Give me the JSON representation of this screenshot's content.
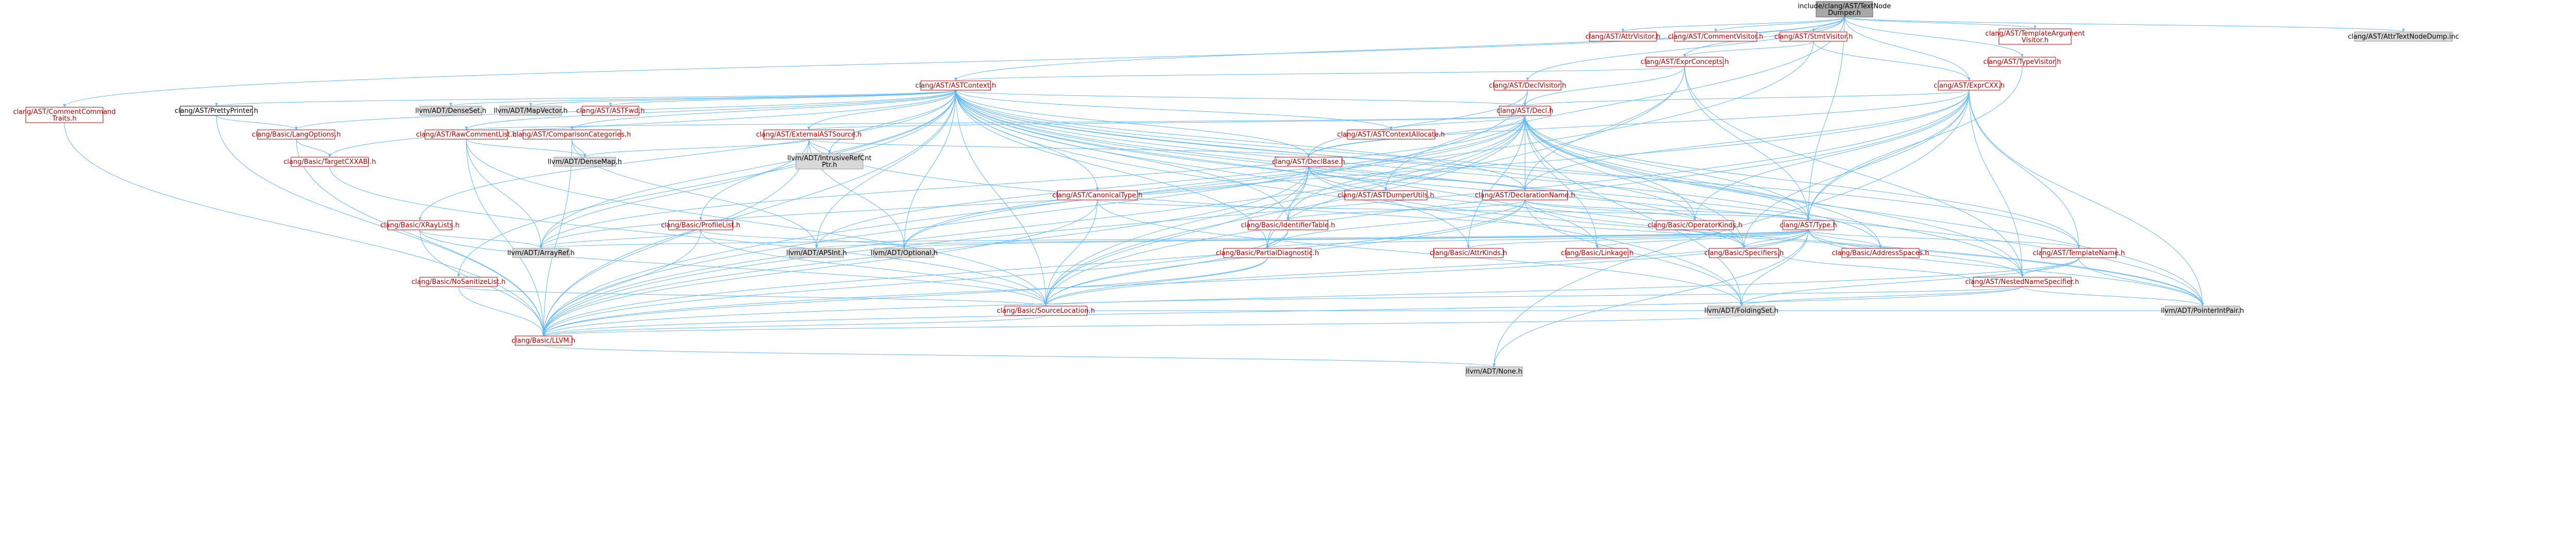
{
  "colors": {
    "edge": "#63b8ff",
    "edge_dark": "#7b8fb5",
    "red_text": "#b00000",
    "red_border": "#cc0000",
    "grey_fill": "#d8d8d8",
    "grey_border": "#999999",
    "root_fill": "#a8a8a8",
    "text": "#000000"
  },
  "nodes": {
    "root": {
      "lines": [
        "include/clang/AST/TextNode",
        "Dumper.h"
      ],
      "kind": "root"
    },
    "attrvisitor": {
      "lines": [
        "clang/AST/AttrVisitor.h"
      ],
      "kind": "red"
    },
    "commentvisitor": {
      "lines": [
        "clang/AST/CommentVisitor.h"
      ],
      "kind": "red"
    },
    "stmtvisitor": {
      "lines": [
        "clang/AST/StmtVisitor.h"
      ],
      "kind": "red"
    },
    "templateargvisitor": {
      "lines": [
        "clang/AST/TemplateArgument",
        "Visitor.h"
      ],
      "kind": "red"
    },
    "attrtextnodedump": {
      "lines": [
        "clang/AST/AttrTextNodeDump.inc"
      ],
      "kind": "grey"
    },
    "exprconcepts": {
      "lines": [
        "clang/AST/ExprConcepts.h"
      ],
      "kind": "red"
    },
    "typevisitor": {
      "lines": [
        "clang/AST/TypeVisitor.h"
      ],
      "kind": "red"
    },
    "declvisitor": {
      "lines": [
        "clang/AST/DeclVisitor.h"
      ],
      "kind": "red"
    },
    "exprcxx": {
      "lines": [
        "clang/AST/ExprCXX.h"
      ],
      "kind": "red"
    },
    "commandtraits": {
      "lines": [
        "clang/AST/CommentCommand",
        "Traits.h"
      ],
      "kind": "red"
    },
    "astcontext": {
      "lines": [
        "clang/AST/ASTContext.h"
      ],
      "kind": "red"
    },
    "prettyprinter": {
      "lines": [
        "clang/AST/PrettyPrinter.h"
      ],
      "kind": "black"
    },
    "densetset": {
      "lines": [
        "llvm/ADT/DenseSet.h"
      ],
      "kind": "grey"
    },
    "mapvector": {
      "lines": [
        "llvm/ADT/MapVector.h"
      ],
      "kind": "grey"
    },
    "astfwd": {
      "lines": [
        "clang/AST/ASTFwd.h"
      ],
      "kind": "red"
    },
    "decl": {
      "lines": [
        "clang/AST/Decl.h"
      ],
      "kind": "red"
    },
    "langoptions": {
      "lines": [
        "clang/Basic/LangOptions.h"
      ],
      "kind": "red"
    },
    "rawcommentlist": {
      "lines": [
        "clang/AST/RawCommentList.h"
      ],
      "kind": "red"
    },
    "comparisoncategories": {
      "lines": [
        "clang/AST/ComparisonCategories.h"
      ],
      "kind": "red"
    },
    "externalastsource": {
      "lines": [
        "clang/AST/ExternalASTSource.h"
      ],
      "kind": "red"
    },
    "astcontextallocate": {
      "lines": [
        "clang/AST/ASTContextAllocate.h"
      ],
      "kind": "red"
    },
    "targetcxxabi": {
      "lines": [
        "clang/Basic/TargetCXXABI.h"
      ],
      "kind": "red"
    },
    "densemap": {
      "lines": [
        "llvm/ADT/DenseMap.h"
      ],
      "kind": "grey"
    },
    "intrusiverefcnt": {
      "lines": [
        "llvm/ADT/IntrusiveRefCnt",
        "Ptr.h"
      ],
      "kind": "grey"
    },
    "declbase": {
      "lines": [
        "clang/AST/DeclBase.h"
      ],
      "kind": "red"
    },
    "canonicaltype": {
      "lines": [
        "clang/AST/CanonicalType.h"
      ],
      "kind": "red"
    },
    "astdumperutils": {
      "lines": [
        "clang/AST/ASTDumperUtils.h"
      ],
      "kind": "red"
    },
    "declarationname": {
      "lines": [
        "clang/AST/DeclarationName.h"
      ],
      "kind": "red"
    },
    "xraylists": {
      "lines": [
        "clang/Basic/XRayLists.h"
      ],
      "kind": "red"
    },
    "profilelist": {
      "lines": [
        "clang/Basic/ProfileList.h"
      ],
      "kind": "red"
    },
    "identifiertable": {
      "lines": [
        "clang/Basic/IdentifierTable.h"
      ],
      "kind": "red"
    },
    "operatorkinds": {
      "lines": [
        "clang/Basic/OperatorKinds.h"
      ],
      "kind": "red"
    },
    "asttype": {
      "lines": [
        "clang/AST/Type.h"
      ],
      "kind": "red"
    },
    "arrayref": {
      "lines": [
        "llvm/ADT/ArrayRef.h"
      ],
      "kind": "grey"
    },
    "apsint": {
      "lines": [
        "llvm/ADT/APSInt.h"
      ],
      "kind": "grey"
    },
    "optional": {
      "lines": [
        "llvm/ADT/Optional.h"
      ],
      "kind": "grey"
    },
    "partialdiagnostic": {
      "lines": [
        "clang/Basic/PartialDiagnostic.h"
      ],
      "kind": "red"
    },
    "attrkinds": {
      "lines": [
        "clang/Basic/AttrKinds.h"
      ],
      "kind": "red"
    },
    "linkage": {
      "lines": [
        "clang/Basic/Linkage.h"
      ],
      "kind": "red"
    },
    "specifiers": {
      "lines": [
        "clang/Basic/Specifiers.h"
      ],
      "kind": "red"
    },
    "addressspaces": {
      "lines": [
        "clang/Basic/AddressSpaces.h"
      ],
      "kind": "red"
    },
    "templatename": {
      "lines": [
        "clang/AST/TemplateName.h"
      ],
      "kind": "red"
    },
    "nosanitizelist": {
      "lines": [
        "clang/Basic/NoSanitizeList.h"
      ],
      "kind": "red"
    },
    "nestednamespecifier": {
      "lines": [
        "clang/AST/NestedNameSpecifier.h"
      ],
      "kind": "red"
    },
    "sourcelocation": {
      "lines": [
        "clang/Basic/SourceLocation.h"
      ],
      "kind": "red"
    },
    "foldingset": {
      "lines": [
        "llvm/ADT/FoldingSet.h"
      ],
      "kind": "grey"
    },
    "pointerintpair": {
      "lines": [
        "llvm/ADT/PointerIntPair.h"
      ],
      "kind": "grey"
    },
    "llvm": {
      "lines": [
        "clang/Basic/LLVM.h"
      ],
      "kind": "red"
    },
    "none": {
      "lines": [
        "llvm/ADT/None.h"
      ],
      "kind": "grey"
    }
  },
  "edges": [
    [
      "root",
      "attrvisitor"
    ],
    [
      "root",
      "commentvisitor"
    ],
    [
      "root",
      "stmtvisitor"
    ],
    [
      "root",
      "templateargvisitor"
    ],
    [
      "root",
      "attrtextnodedump"
    ],
    [
      "root",
      "exprconcepts"
    ],
    [
      "root",
      "declvisitor"
    ],
    [
      "root",
      "exprcxx"
    ],
    [
      "root",
      "commandtraits"
    ],
    [
      "root",
      "astcontext"
    ],
    [
      "root",
      "typevisitor"
    ],
    [
      "root",
      "astdumperutils"
    ],
    [
      "root",
      "asttype"
    ],
    [
      "stmtvisitor",
      "exprconcepts"
    ],
    [
      "stmtvisitor",
      "exprcxx"
    ],
    [
      "stmtvisitor",
      "llvm"
    ],
    [
      "typevisitor",
      "asttype"
    ],
    [
      "exprconcepts",
      "astcontext"
    ],
    [
      "exprconcepts",
      "decl"
    ],
    [
      "exprconcepts",
      "declarationname"
    ],
    [
      "exprconcepts",
      "nestednamespecifier"
    ],
    [
      "exprconcepts",
      "sourcelocation"
    ],
    [
      "exprconcepts",
      "asttype"
    ],
    [
      "declvisitor",
      "decl"
    ],
    [
      "declvisitor",
      "declbase"
    ],
    [
      "declvisitor",
      "llvm"
    ],
    [
      "exprcxx",
      "decl"
    ],
    [
      "exprcxx",
      "declbase"
    ],
    [
      "exprcxx",
      "declarationname"
    ],
    [
      "exprcxx",
      "nestednamespecifier"
    ],
    [
      "exprcxx",
      "asttype"
    ],
    [
      "exprcxx",
      "templatename"
    ],
    [
      "exprcxx",
      "operatorkinds"
    ],
    [
      "exprcxx",
      "specifiers"
    ],
    [
      "exprcxx",
      "llvm"
    ],
    [
      "exprcxx",
      "pointerintpair"
    ],
    [
      "exprcxx",
      "optional"
    ],
    [
      "exprcxx",
      "sourcelocation"
    ],
    [
      "exprcxx",
      "none"
    ],
    [
      "commandtraits",
      "llvm"
    ],
    [
      "astcontext",
      "prettyprinter"
    ],
    [
      "astcontext",
      "densetset"
    ],
    [
      "astcontext",
      "mapvector"
    ],
    [
      "astcontext",
      "astfwd"
    ],
    [
      "astcontext",
      "decl"
    ],
    [
      "astcontext",
      "langoptions"
    ],
    [
      "astcontext",
      "rawcommentlist"
    ],
    [
      "astcontext",
      "comparisoncategories"
    ],
    [
      "astcontext",
      "externalastsource"
    ],
    [
      "astcontext",
      "astcontextallocate"
    ],
    [
      "astcontext",
      "declbase"
    ],
    [
      "astcontext",
      "canonicaltype"
    ],
    [
      "astcontext",
      "declarationname"
    ],
    [
      "astcontext",
      "xraylists"
    ],
    [
      "astcontext",
      "profilelist"
    ],
    [
      "astcontext",
      "identifiertable"
    ],
    [
      "astcontext",
      "asttype"
    ],
    [
      "astcontext",
      "arrayref"
    ],
    [
      "astcontext",
      "apsint"
    ],
    [
      "astcontext",
      "optional"
    ],
    [
      "astcontext",
      "partialdiagnostic"
    ],
    [
      "astcontext",
      "nosanitizelist"
    ],
    [
      "astcontext",
      "nestednamespecifier"
    ],
    [
      "astcontext",
      "templatename"
    ],
    [
      "astcontext",
      "sourcelocation"
    ],
    [
      "astcontext",
      "foldingset"
    ],
    [
      "astcontext",
      "pointerintpair"
    ],
    [
      "astcontext",
      "llvm"
    ],
    [
      "astcontext",
      "targetcxxabi"
    ],
    [
      "astcontext",
      "intrusiverefcnt"
    ],
    [
      "astcontext",
      "operatorkinds"
    ],
    [
      "astcontext",
      "specifiers"
    ],
    [
      "astcontext",
      "addressspaces"
    ],
    [
      "astcontext",
      "attrkinds"
    ],
    [
      "astcontext",
      "linkage"
    ],
    [
      "prettyprinter",
      "langoptions"
    ],
    [
      "prettyprinter",
      "llvm"
    ],
    [
      "decl",
      "astcontextallocate"
    ],
    [
      "decl",
      "declbase"
    ],
    [
      "decl",
      "declarationname"
    ],
    [
      "decl",
      "externalastsource"
    ],
    [
      "decl",
      "nestednamespecifier"
    ],
    [
      "decl",
      "rawcommentlist"
    ],
    [
      "decl",
      "asttype"
    ],
    [
      "decl",
      "addressspaces"
    ],
    [
      "decl",
      "identifiertable"
    ],
    [
      "decl",
      "linkage"
    ],
    [
      "decl",
      "llvm"
    ],
    [
      "decl",
      "operatorkinds"
    ],
    [
      "decl",
      "partialdiagnostic"
    ],
    [
      "decl",
      "sourcelocation"
    ],
    [
      "decl",
      "specifiers"
    ],
    [
      "decl",
      "arrayref"
    ],
    [
      "decl",
      "apsint"
    ],
    [
      "decl",
      "optional"
    ],
    [
      "decl",
      "pointerintpair"
    ],
    [
      "decl",
      "foldingset"
    ],
    [
      "decl",
      "attrkinds"
    ],
    [
      "decl",
      "templatename"
    ],
    [
      "langoptions",
      "targetcxxabi"
    ],
    [
      "langoptions",
      "llvm"
    ],
    [
      "rawcommentlist",
      "densemap"
    ],
    [
      "rawcommentlist",
      "arrayref"
    ],
    [
      "rawcommentlist",
      "sourcelocation"
    ],
    [
      "rawcommentlist",
      "llvm"
    ],
    [
      "comparisoncategories",
      "densemap"
    ],
    [
      "comparisoncategories",
      "apsint"
    ],
    [
      "comparisoncategories",
      "llvm"
    ],
    [
      "externalastsource",
      "declbase"
    ],
    [
      "externalastsource",
      "densemap"
    ],
    [
      "externalastsource",
      "intrusiverefcnt"
    ],
    [
      "externalastsource",
      "arrayref"
    ],
    [
      "externalastsource",
      "optional"
    ],
    [
      "externalastsource",
      "llvm"
    ],
    [
      "externalastsource",
      "pointerintpair"
    ],
    [
      "targetcxxabi",
      "sourcelocation"
    ],
    [
      "declbase",
      "astdumperutils"
    ],
    [
      "declbase",
      "declarationname"
    ],
    [
      "declbase",
      "identifiertable"
    ],
    [
      "declbase",
      "specifiers"
    ],
    [
      "declbase",
      "sourcelocation"
    ],
    [
      "declbase",
      "llvm"
    ],
    [
      "declbase",
      "arrayref"
    ],
    [
      "declbase",
      "pointerintpair"
    ],
    [
      "declbase",
      "partialdiagnostic"
    ],
    [
      "canonicaltype",
      "asttype"
    ],
    [
      "canonicaltype",
      "sourcelocation"
    ],
    [
      "canonicaltype",
      "llvm"
    ],
    [
      "canonicaltype",
      "foldingset"
    ],
    [
      "declarationname",
      "asttype"
    ],
    [
      "declarationname",
      "identifiertable"
    ],
    [
      "declarationname",
      "operatorkinds"
    ],
    [
      "declarationname",
      "partialdiagnostic"
    ],
    [
      "declarationname",
      "sourcelocation"
    ],
    [
      "declarationname",
      "foldingset"
    ],
    [
      "declarationname",
      "llvm"
    ],
    [
      "declarationname",
      "specifiers"
    ],
    [
      "xraylists",
      "arrayref"
    ],
    [
      "xraylists",
      "llvm"
    ],
    [
      "xraylists",
      "sourcelocation"
    ],
    [
      "profilelist",
      "arrayref"
    ],
    [
      "profilelist",
      "optional"
    ],
    [
      "profilelist",
      "llvm"
    ],
    [
      "profilelist",
      "sourcelocation"
    ],
    [
      "identifiertable",
      "sourcelocation"
    ],
    [
      "identifiertable",
      "llvm"
    ],
    [
      "asttype",
      "nestednamespecifier"
    ],
    [
      "asttype",
      "templatename"
    ],
    [
      "asttype",
      "addressspaces"
    ],
    [
      "asttype",
      "attrkinds"
    ],
    [
      "asttype",
      "linkage"
    ],
    [
      "asttype",
      "partialdiagnostic"
    ],
    [
      "asttype",
      "sourcelocation"
    ],
    [
      "asttype",
      "specifiers"
    ],
    [
      "asttype",
      "apsint"
    ],
    [
      "asttype",
      "arrayref"
    ],
    [
      "asttype",
      "foldingset"
    ],
    [
      "asttype",
      "none"
    ],
    [
      "asttype",
      "optional"
    ],
    [
      "asttype",
      "pointerintpair"
    ],
    [
      "asttype",
      "llvm"
    ],
    [
      "partialdiagnostic",
      "sourcelocation"
    ],
    [
      "partialdiagnostic",
      "llvm"
    ],
    [
      "templatename",
      "nestednamespecifier"
    ],
    [
      "templatename",
      "foldingset"
    ],
    [
      "templatename",
      "pointerintpair"
    ],
    [
      "templatename",
      "llvm"
    ],
    [
      "nosanitizelist",
      "sourcelocation"
    ],
    [
      "nosanitizelist",
      "llvm"
    ],
    [
      "nestednamespecifier",
      "specifiers"
    ],
    [
      "nestednamespecifier",
      "foldingset"
    ],
    [
      "nestednamespecifier",
      "pointerintpair"
    ],
    [
      "nestednamespecifier",
      "llvm"
    ],
    [
      "nestednamespecifier",
      "sourcelocation"
    ],
    [
      "sourcelocation",
      "llvm"
    ],
    [
      "sourcelocation",
      "pointerintpair"
    ],
    [
      "sourcelocation",
      "foldingset"
    ],
    [
      "llvm",
      "none"
    ],
    [
      "foldingset",
      "llvm"
    ]
  ]
}
